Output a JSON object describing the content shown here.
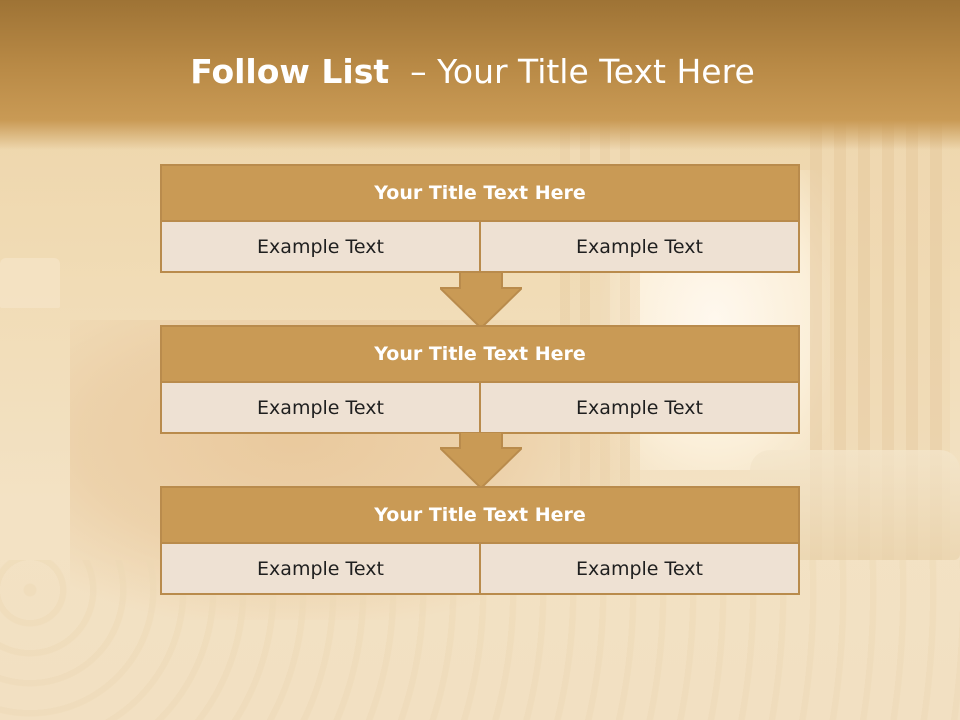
{
  "slide": {
    "title_bold": "Follow List",
    "title_rest": "  – Your Title Text Here"
  },
  "steps": [
    {
      "heading": "Your Title Text Here",
      "left": "Example Text",
      "right": "Example Text"
    },
    {
      "heading": "Your Title Text Here",
      "left": "Example Text",
      "right": "Example Text"
    },
    {
      "heading": "Your Title Text Here",
      "left": "Example Text",
      "right": "Example Text"
    }
  ],
  "colors": {
    "header_band": "#b98a46",
    "box_header": "#c99a55",
    "box_border": "#b98b4c",
    "cell_fill": "#eee1d3",
    "title_text": "#ffffff"
  },
  "icons": [
    "down-arrow-icon",
    "down-arrow-icon"
  ]
}
